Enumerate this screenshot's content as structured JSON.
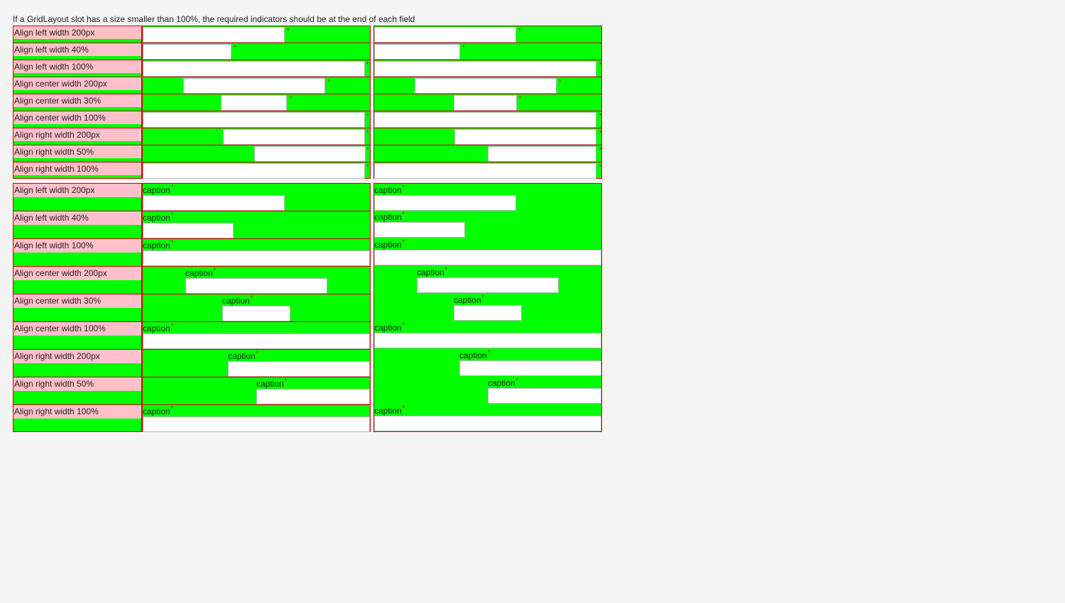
{
  "header": {
    "text": "If a GridLayout slot has a size smaller than 100%, the required indicators should be at the end of each field"
  },
  "required_indicator": "*",
  "caption_text": "caption",
  "colors": {
    "slot_background": "#00ff00",
    "label_background": "#ffc0cb",
    "border": "#d00000",
    "required": "#e00000",
    "field_background": "#ffffff"
  },
  "grid_no_caption": {
    "rows": [
      {
        "label": "Align left width 200px"
      },
      {
        "label": "Align left width 40%"
      },
      {
        "label": "Align left width 100%"
      },
      {
        "label": "Align center width 200px"
      },
      {
        "label": "Align center width 30%"
      },
      {
        "label": "Align center width 100%"
      },
      {
        "label": "Align right width 200px"
      },
      {
        "label": "Align right width 50%"
      },
      {
        "label": "Align right width 100%"
      }
    ]
  },
  "grid_with_caption": {
    "rows": [
      {
        "label": "Align left width 200px",
        "caption": "caption"
      },
      {
        "label": "Align left width 40%",
        "caption": "caption"
      },
      {
        "label": "Align left width 100%",
        "caption": "caption"
      },
      {
        "label": "Align center width 200px",
        "caption": "caption"
      },
      {
        "label": "Align center width 30%",
        "caption": "caption"
      },
      {
        "label": "Align center width 100%",
        "caption": "caption"
      },
      {
        "label": "Align right width 200px",
        "caption": "caption"
      },
      {
        "label": "Align right width 50%",
        "caption": "caption"
      },
      {
        "label": "Align right width 100%",
        "caption": "caption"
      }
    ]
  }
}
